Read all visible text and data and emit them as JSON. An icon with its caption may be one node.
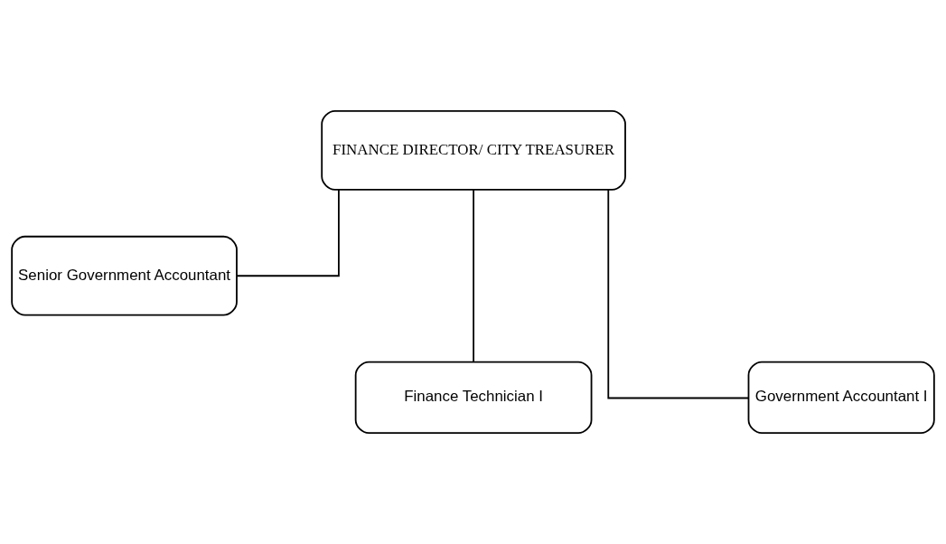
{
  "diagram": {
    "nodes": [
      {
        "text": [
          "FINANCE DIRECTOR/ CITY TREASURER"
        ]
      },
      {
        "text": [
          "Senior Government Accountant"
        ]
      },
      {
        "text": [
          "Finance Technician I"
        ]
      },
      {
        "text": [
          "Government Accountant I"
        ]
      }
    ],
    "edges": [
      {
        "from": 0,
        "to": 1,
        "arrow": "none"
      },
      {
        "from": 0,
        "to": 2,
        "arrow": "none"
      },
      {
        "from": 0,
        "to": 3,
        "arrow": "none"
      }
    ]
  }
}
